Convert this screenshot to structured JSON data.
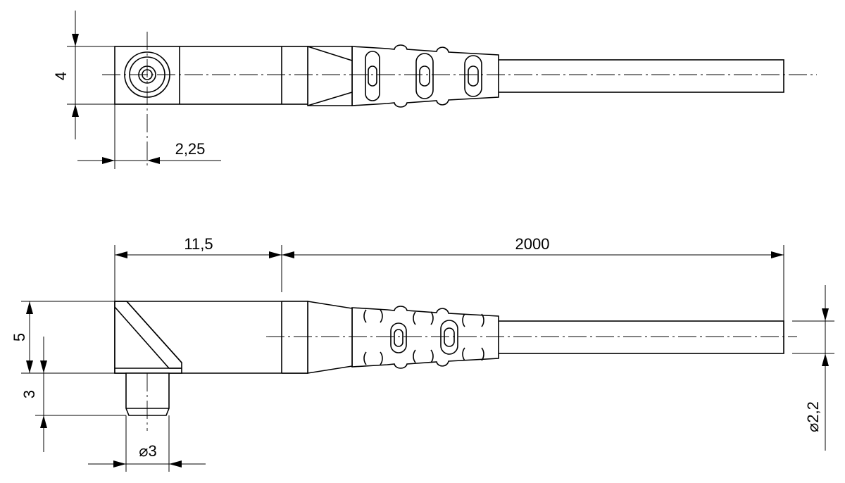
{
  "dimensions": {
    "top_height": "4",
    "top_offset": "2,25",
    "body_length": "11,5",
    "cable_length": "2000",
    "side_height": "5",
    "pin_length": "3",
    "pin_diameter": "3",
    "cable_diameter": "2,2"
  },
  "symbols": {
    "diameter": "⌀"
  },
  "colors": {
    "line": "#000000",
    "background": "#ffffff"
  }
}
